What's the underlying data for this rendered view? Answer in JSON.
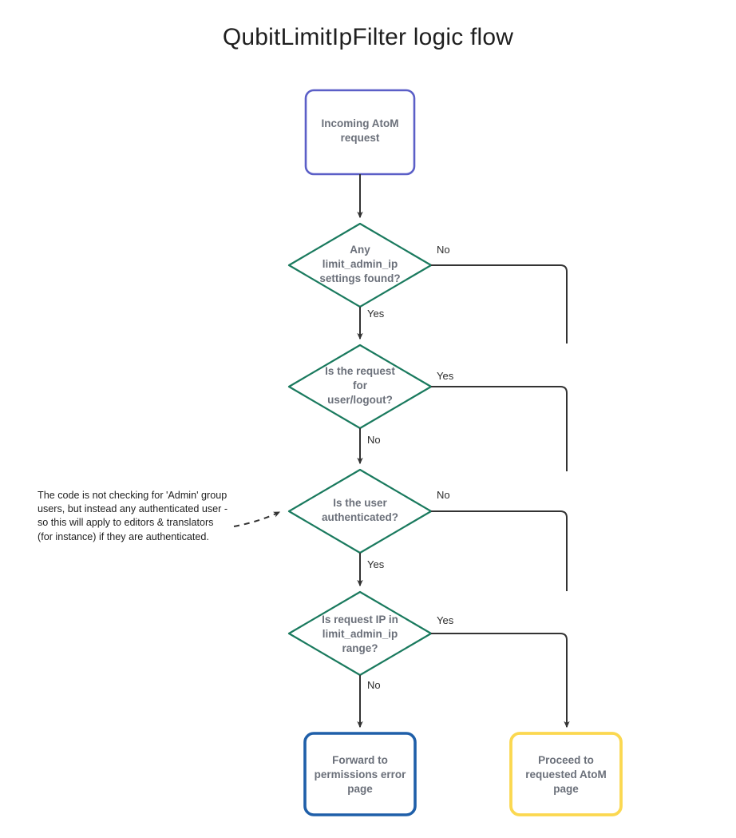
{
  "diagram": {
    "title": "QubitLimitIpFilter logic flow",
    "type": "flowchart",
    "colors": {
      "start_border": "#5b5fc7",
      "decision_border": "#1a7a5e",
      "error_border": "#1f5fa9",
      "success_border": "#fbd850",
      "edge": "#333333",
      "node_text": "#6b707a",
      "label_text": "#2b2b2b",
      "title_text": "#1f1f1f",
      "background": "#ffffff"
    },
    "nodes": [
      {
        "id": "start",
        "shape": "rounded-rect",
        "label": "Incoming AtoM request",
        "lines": [
          "Incoming AtoM",
          "request"
        ]
      },
      {
        "id": "d1",
        "shape": "diamond",
        "label": "Any limit_admin_ip settings found?",
        "lines": [
          "Any",
          "limit_admin_ip",
          "settings found?"
        ]
      },
      {
        "id": "d2",
        "shape": "diamond",
        "label": "Is the request for user/logout?",
        "lines": [
          "Is the request",
          "for",
          "user/logout?"
        ]
      },
      {
        "id": "d3",
        "shape": "diamond",
        "label": "Is the user authenticated?",
        "lines": [
          "Is the user",
          "authenticated?"
        ]
      },
      {
        "id": "d4",
        "shape": "diamond",
        "label": "Is request IP in limit_admin_ip range?",
        "lines": [
          "Is request IP in",
          "limit_admin_ip",
          "range?"
        ]
      },
      {
        "id": "error",
        "shape": "rounded-rect",
        "label": "Forward to permissions error page",
        "lines": [
          "Forward to",
          "permissions error",
          "page"
        ]
      },
      {
        "id": "success",
        "shape": "rounded-rect",
        "label": "Proceed to requested AtoM page",
        "lines": [
          "Proceed to",
          "requested AtoM",
          "page"
        ]
      }
    ],
    "edges": [
      {
        "from": "start",
        "to": "d1",
        "label": ""
      },
      {
        "from": "d1",
        "to": "success",
        "label": "No"
      },
      {
        "from": "d1",
        "to": "d2",
        "label": "Yes"
      },
      {
        "from": "d2",
        "to": "success",
        "label": "Yes"
      },
      {
        "from": "d2",
        "to": "d3",
        "label": "No"
      },
      {
        "from": "d3",
        "to": "success",
        "label": "No"
      },
      {
        "from": "d3",
        "to": "d4",
        "label": "Yes"
      },
      {
        "from": "d4",
        "to": "success",
        "label": "Yes"
      },
      {
        "from": "d4",
        "to": "error",
        "label": "No"
      }
    ],
    "annotation": {
      "target": "d3",
      "style": "dashed-arrow",
      "text": "The code is not checking for 'Admin' group users, but instead any authenticated user - so this will apply to editors & translators (for instance) if they are authenticated."
    }
  }
}
